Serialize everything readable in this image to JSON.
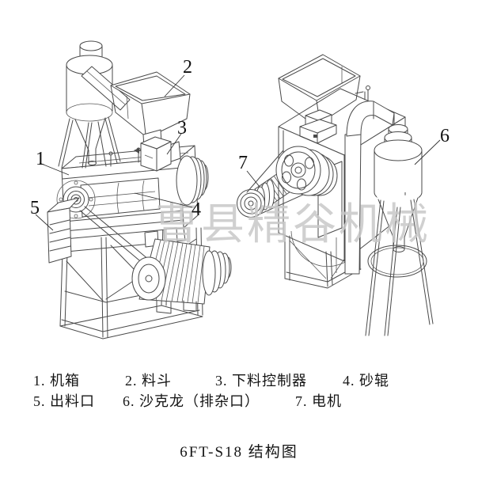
{
  "title": "6FT-S18 结构图",
  "watermark": "曹县精谷机械",
  "colors": {
    "background": "#ffffff",
    "line": "#4a4a4a",
    "label_text": "#111111",
    "watermark": "#c8c8c8"
  },
  "diagram": {
    "labels": [
      {
        "num": "1",
        "part": "机箱"
      },
      {
        "num": "2",
        "part": "料斗"
      },
      {
        "num": "3",
        "part": "下料控制器"
      },
      {
        "num": "4",
        "part": "砂辊"
      },
      {
        "num": "5",
        "part": "出料口"
      },
      {
        "num": "6",
        "part": "沙克龙（排杂口）"
      },
      {
        "num": "7",
        "part": "电机"
      }
    ]
  },
  "legend": {
    "row1": [
      "1. 机箱",
      "2. 料斗",
      "3. 下料控制器",
      "4. 砂辊"
    ],
    "row2": [
      "5. 出料口",
      "6. 沙克龙（排杂口）",
      "7. 电机"
    ]
  }
}
